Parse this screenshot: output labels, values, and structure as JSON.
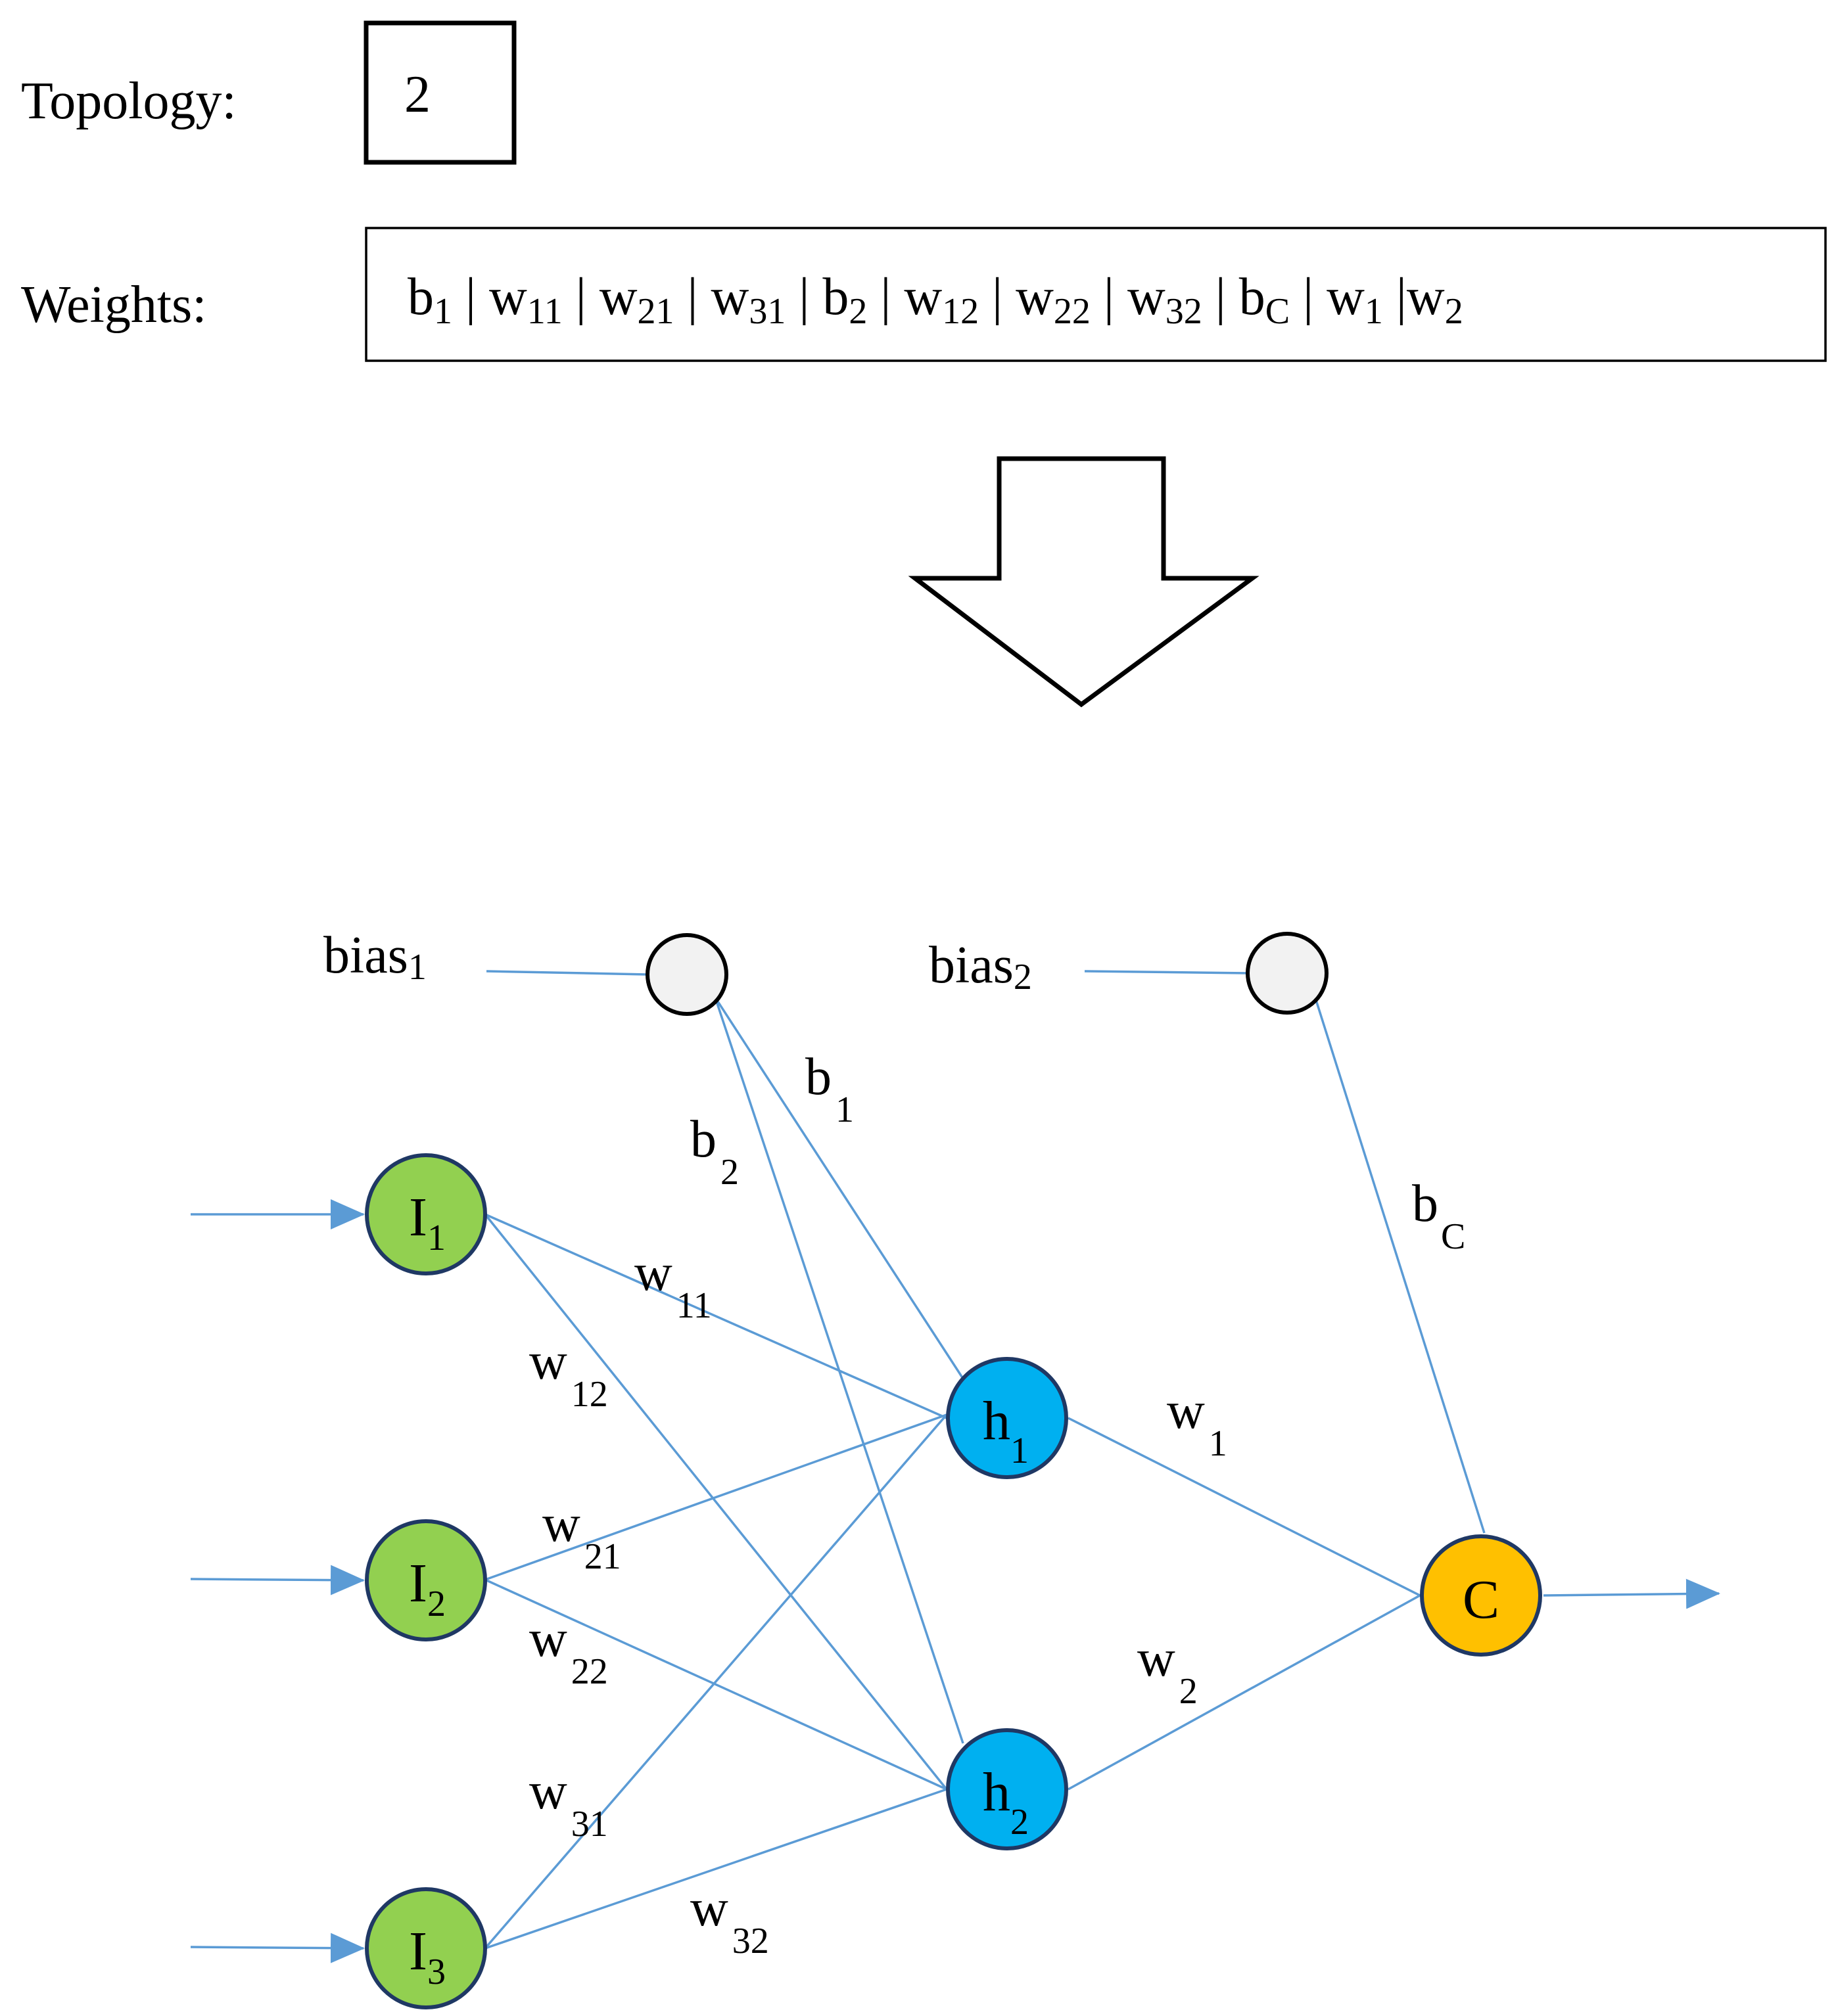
{
  "topology": {
    "label": "Topology:",
    "value": "2"
  },
  "weights": {
    "label": "Weights:",
    "items": [
      {
        "base": "b",
        "sub": "1"
      },
      {
        "base": "w",
        "sub": "11"
      },
      {
        "base": "w",
        "sub": "21"
      },
      {
        "base": "w",
        "sub": "31"
      },
      {
        "base": "b",
        "sub": "2"
      },
      {
        "base": "w",
        "sub": "12"
      },
      {
        "base": "w",
        "sub": "22"
      },
      {
        "base": "w",
        "sub": "32"
      },
      {
        "base": "b",
        "sub": "C"
      },
      {
        "base": "w",
        "sub": "1"
      },
      {
        "base": "w",
        "sub": "2"
      }
    ]
  },
  "network": {
    "bias_nodes": [
      {
        "id": "bias1",
        "label": "bias",
        "sub": "1"
      },
      {
        "id": "bias2",
        "label": "bias",
        "sub": "2"
      }
    ],
    "input_nodes": [
      {
        "id": "I1",
        "label": "I",
        "sub": "1"
      },
      {
        "id": "I2",
        "label": "I",
        "sub": "2"
      },
      {
        "id": "I3",
        "label": "I",
        "sub": "3"
      }
    ],
    "hidden_nodes": [
      {
        "id": "h1",
        "label": "h",
        "sub": "1"
      },
      {
        "id": "h2",
        "label": "h",
        "sub": "2"
      }
    ],
    "output_node": {
      "id": "C",
      "label": "C"
    },
    "edge_labels": [
      {
        "id": "b1",
        "base": "b",
        "sub": "1"
      },
      {
        "id": "b2",
        "base": "b",
        "sub": "2"
      },
      {
        "id": "bC",
        "base": "b",
        "sub": "C"
      },
      {
        "id": "w11",
        "base": "w",
        "sub": "11"
      },
      {
        "id": "w12",
        "base": "w",
        "sub": "12"
      },
      {
        "id": "w21",
        "base": "w",
        "sub": "21"
      },
      {
        "id": "w22",
        "base": "w",
        "sub": "22"
      },
      {
        "id": "w31",
        "base": "w",
        "sub": "31"
      },
      {
        "id": "w32",
        "base": "w",
        "sub": "32"
      },
      {
        "id": "w1",
        "base": "w",
        "sub": "1"
      },
      {
        "id": "w2",
        "base": "w",
        "sub": "2"
      }
    ]
  },
  "colors": {
    "edge": "#5B9BD5",
    "input_fill": "#92D050",
    "hidden_fill": "#00B0F0",
    "output_fill": "#FFC000",
    "bias_fill": "#F2F2F2",
    "node_stroke": "#1F3864"
  }
}
